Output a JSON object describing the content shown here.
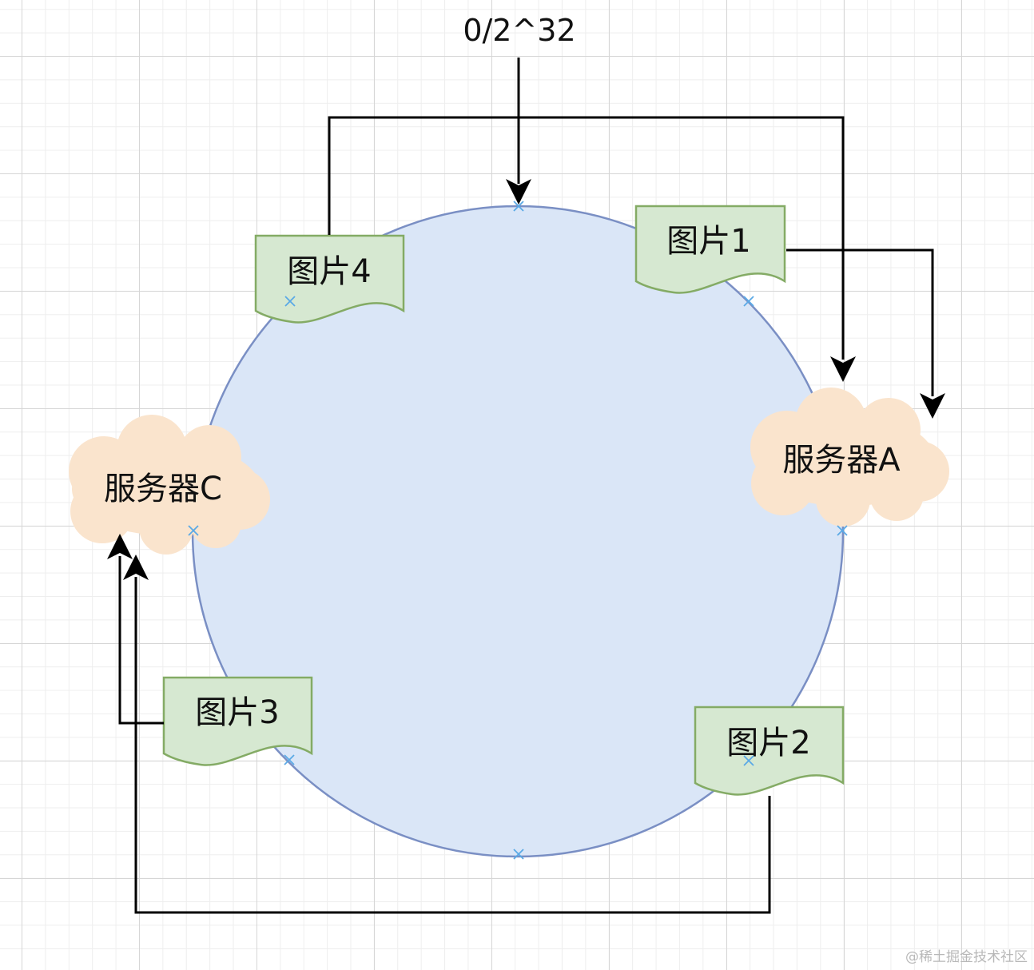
{
  "diagram": {
    "top_label": "0/2^32",
    "servers": {
      "a": "服务器A",
      "c": "服务器C"
    },
    "images": {
      "img1": "图片1",
      "img2": "图片2",
      "img3": "图片3",
      "img4": "图片4"
    },
    "colors": {
      "ring_fill": "#dae6f7",
      "ring_stroke": "#7a8fc4",
      "doc_fill": "#d6e8d1",
      "doc_stroke": "#84ab65",
      "cloud_fill": "#fae4cd",
      "arrow": "#000000",
      "marker": "#5aa9e6"
    }
  },
  "watermark": "@稀土掘金技术社区"
}
